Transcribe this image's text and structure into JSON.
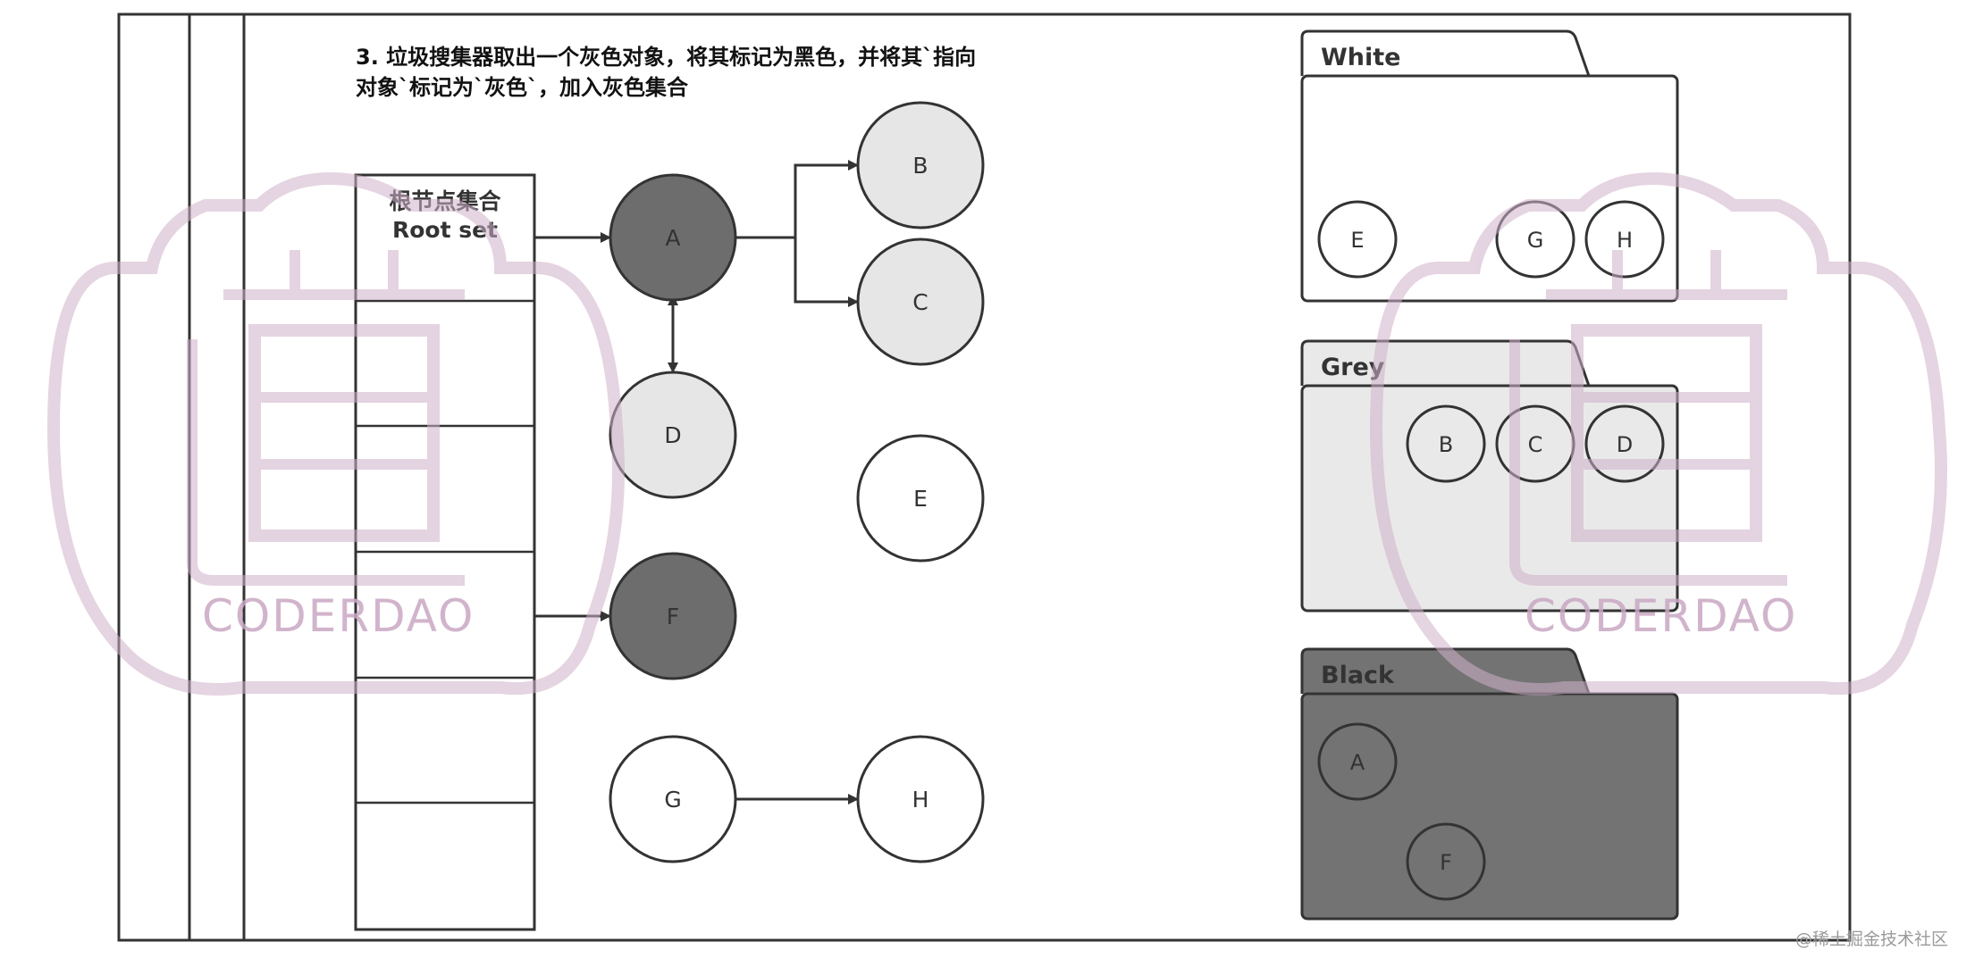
{
  "heading": {
    "line1": "3. 垃圾搜集器取出一个灰色对象，将其标记为黑色，并将其`指向",
    "line2": "对象`标记为`灰色`，加入灰色集合"
  },
  "root_set": {
    "label_cn": "根节点集合",
    "label_en": "Root set"
  },
  "nodes": {
    "A": "A",
    "B": "B",
    "C": "C",
    "D": "D",
    "E": "E",
    "F": "F",
    "G": "G",
    "H": "H"
  },
  "folders": {
    "white": {
      "title": "White",
      "items": [
        "E",
        "G",
        "H"
      ]
    },
    "grey": {
      "title": "Grey",
      "items": [
        "B",
        "C",
        "D"
      ]
    },
    "black": {
      "title": "Black",
      "items": [
        "A",
        "F"
      ]
    }
  },
  "watermark": {
    "text": "CODERDAO"
  },
  "footer": {
    "text": "@稀土掘金技术社区"
  },
  "colors": {
    "black_node": "#6d6d6d",
    "grey_node": "#e6e6e6",
    "white_node": "#ffffff",
    "grey_folder": "#e9e9e9",
    "black_folder": "#737373",
    "stroke": "#333333"
  }
}
